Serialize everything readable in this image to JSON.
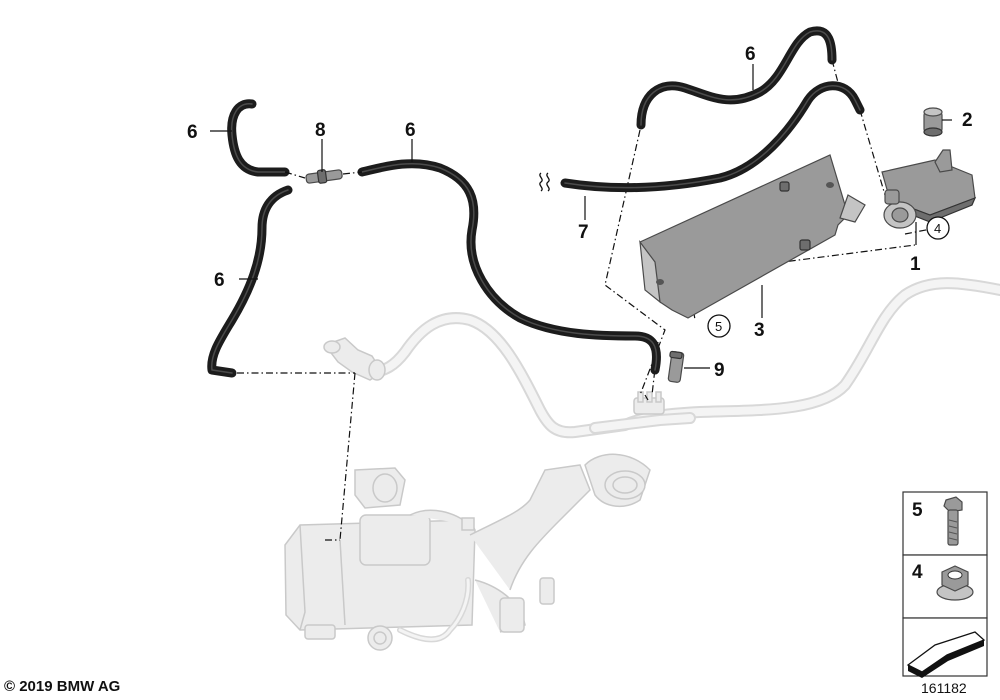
{
  "callouts": {
    "c1": "1",
    "c2": "2",
    "c3": "3",
    "c4": "4",
    "c5": "5",
    "c6a": "6",
    "c6b": "6",
    "c6c": "6",
    "c6d": "6",
    "c7": "7",
    "c8": "8",
    "c9": "9"
  },
  "legend": {
    "item_5": "5",
    "item_4": "4"
  },
  "footer": {
    "copyright": "© 2019 BMW AG",
    "diagram_id": "161182"
  },
  "colors": {
    "hose": "#1c1c1c",
    "ghost_parts": "#ececec",
    "bracket": "#9a9a9a"
  }
}
